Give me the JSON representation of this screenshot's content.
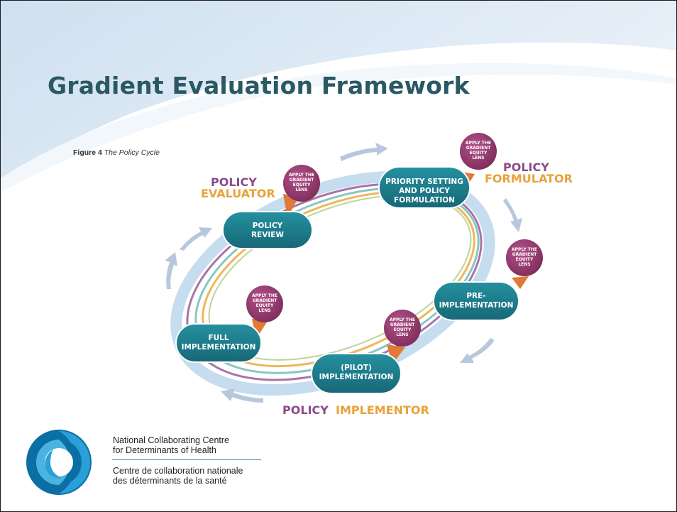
{
  "slide": {
    "title": "Gradient Evaluation Framework"
  },
  "figure": {
    "number": "Figure 4",
    "title": "The Policy Cycle"
  },
  "nodes": [
    {
      "id": "priority",
      "lines": [
        "PRIORITY SETTING",
        "AND POLICY",
        "FORMULATION"
      ]
    },
    {
      "id": "pre",
      "lines": [
        "PRE-",
        "IMPLEMENTATION"
      ]
    },
    {
      "id": "pilot",
      "lines": [
        "(PILOT)",
        "IMPLEMENTATION"
      ]
    },
    {
      "id": "full",
      "lines": [
        "FULL",
        "IMPLEMENTATION"
      ]
    },
    {
      "id": "review",
      "lines": [
        "POLICY",
        "REVIEW"
      ]
    }
  ],
  "badge_lines": [
    "APPLY THE",
    "GRADIENT",
    "EQUITY",
    "LENS"
  ],
  "roles": {
    "evaluator": [
      "POLICY",
      "EVALUATOR"
    ],
    "formulator": [
      "POLICY",
      "FORMULATOR"
    ],
    "implementor": [
      "POLICY",
      "IMPLEMENTOR"
    ]
  },
  "organization": {
    "name_en": [
      "National Collaborating Centre",
      "for Determinants of Health"
    ],
    "name_fr": [
      "Centre de collaboration nationale",
      "des déterminants de la santé"
    ]
  },
  "colors": {
    "title": "#2a5963",
    "node_fill": "#1d7a8a",
    "badge_fill": "#9b3b6e",
    "badge_pointer": "#e07a36",
    "role_purple": "#8b4a8c",
    "role_orange": "#e8a33a",
    "arrow": "#b7c8de"
  }
}
